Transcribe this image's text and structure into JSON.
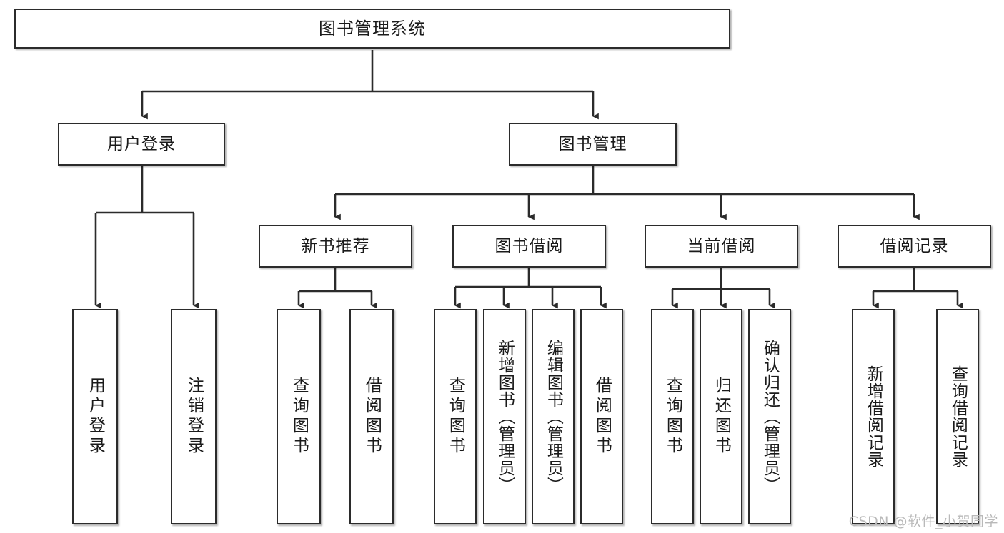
{
  "diagram": {
    "title": "图书管理系统",
    "type": "tree",
    "watermark": "CSDN @软件_小贺同学",
    "colors": {
      "background": "#ffffff",
      "box_fill": "#ffffff",
      "box_border": "#2b2b2b",
      "line": "#2b2b2b",
      "text": "#1a1a1a",
      "watermark": "#b9b9b9"
    },
    "root": {
      "label": "图书管理系统"
    },
    "level2": [
      {
        "label": "用户登录"
      },
      {
        "label": "图书管理"
      }
    ],
    "level3": [
      {
        "label": "新书推荐"
      },
      {
        "label": "图书借阅"
      },
      {
        "label": "当前借阅"
      },
      {
        "label": "借阅记录"
      }
    ],
    "leaves": {
      "user_login": [
        {
          "label": "用户登录"
        },
        {
          "label": "注销登录"
        }
      ],
      "new_book_recommend": [
        {
          "label": "查询图书"
        },
        {
          "label": "借阅图书"
        }
      ],
      "book_borrow": [
        {
          "label": "查询图书"
        },
        {
          "label": "新增图书（管理员）"
        },
        {
          "label": "编辑图书（管理员）"
        },
        {
          "label": "借阅图书"
        }
      ],
      "current_borrow": [
        {
          "label": "查询图书"
        },
        {
          "label": "归还图书"
        },
        {
          "label": "确认归还（管理员）"
        }
      ],
      "borrow_record": [
        {
          "label": "新增借阅记录"
        },
        {
          "label": "查询借阅记录"
        }
      ]
    }
  }
}
